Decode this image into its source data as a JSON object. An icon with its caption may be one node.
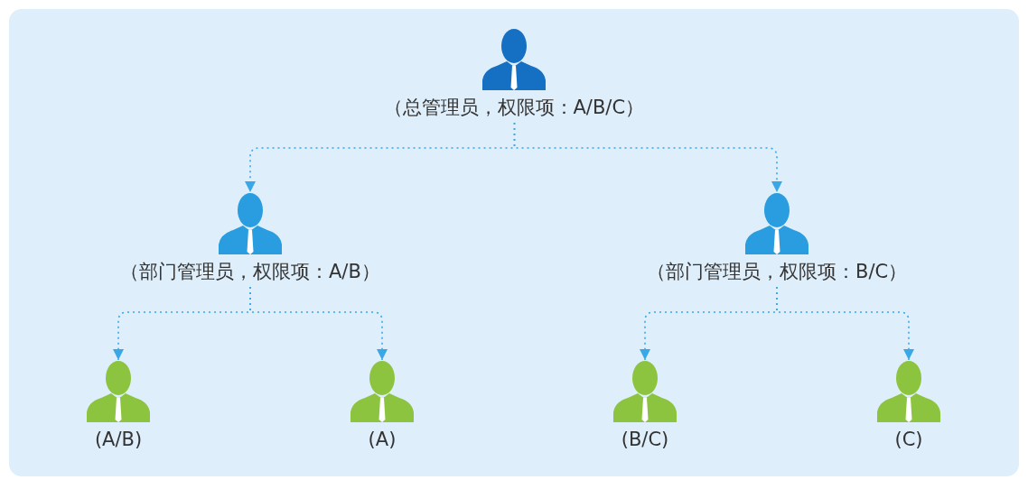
{
  "diagram": {
    "nodes": [
      {
        "text": [
          "（总管理员，权限项：A/B/C）"
        ]
      },
      {
        "text": [
          "（部门管理员，权限项：A/B）"
        ]
      },
      {
        "text": [
          "（部门管理员，权限项：B/C）"
        ]
      },
      {
        "text": [
          "(A/B)"
        ]
      },
      {
        "text": [
          "(A)"
        ]
      },
      {
        "text": [
          "(B/C)"
        ]
      },
      {
        "text": [
          "(C)"
        ]
      }
    ],
    "edges": [
      {
        "from": 0,
        "to": 1,
        "arrow": "to",
        "style": "dashed"
      },
      {
        "from": 0,
        "to": 2,
        "arrow": "to",
        "style": "dashed"
      },
      {
        "from": 1,
        "to": 3,
        "arrow": "to",
        "style": "dashed"
      },
      {
        "from": 1,
        "to": 4,
        "arrow": "to",
        "style": "dashed"
      },
      {
        "from": 2,
        "to": 5,
        "arrow": "to",
        "style": "dashed"
      },
      {
        "from": 2,
        "to": 6,
        "arrow": "to",
        "style": "dashed"
      }
    ]
  }
}
